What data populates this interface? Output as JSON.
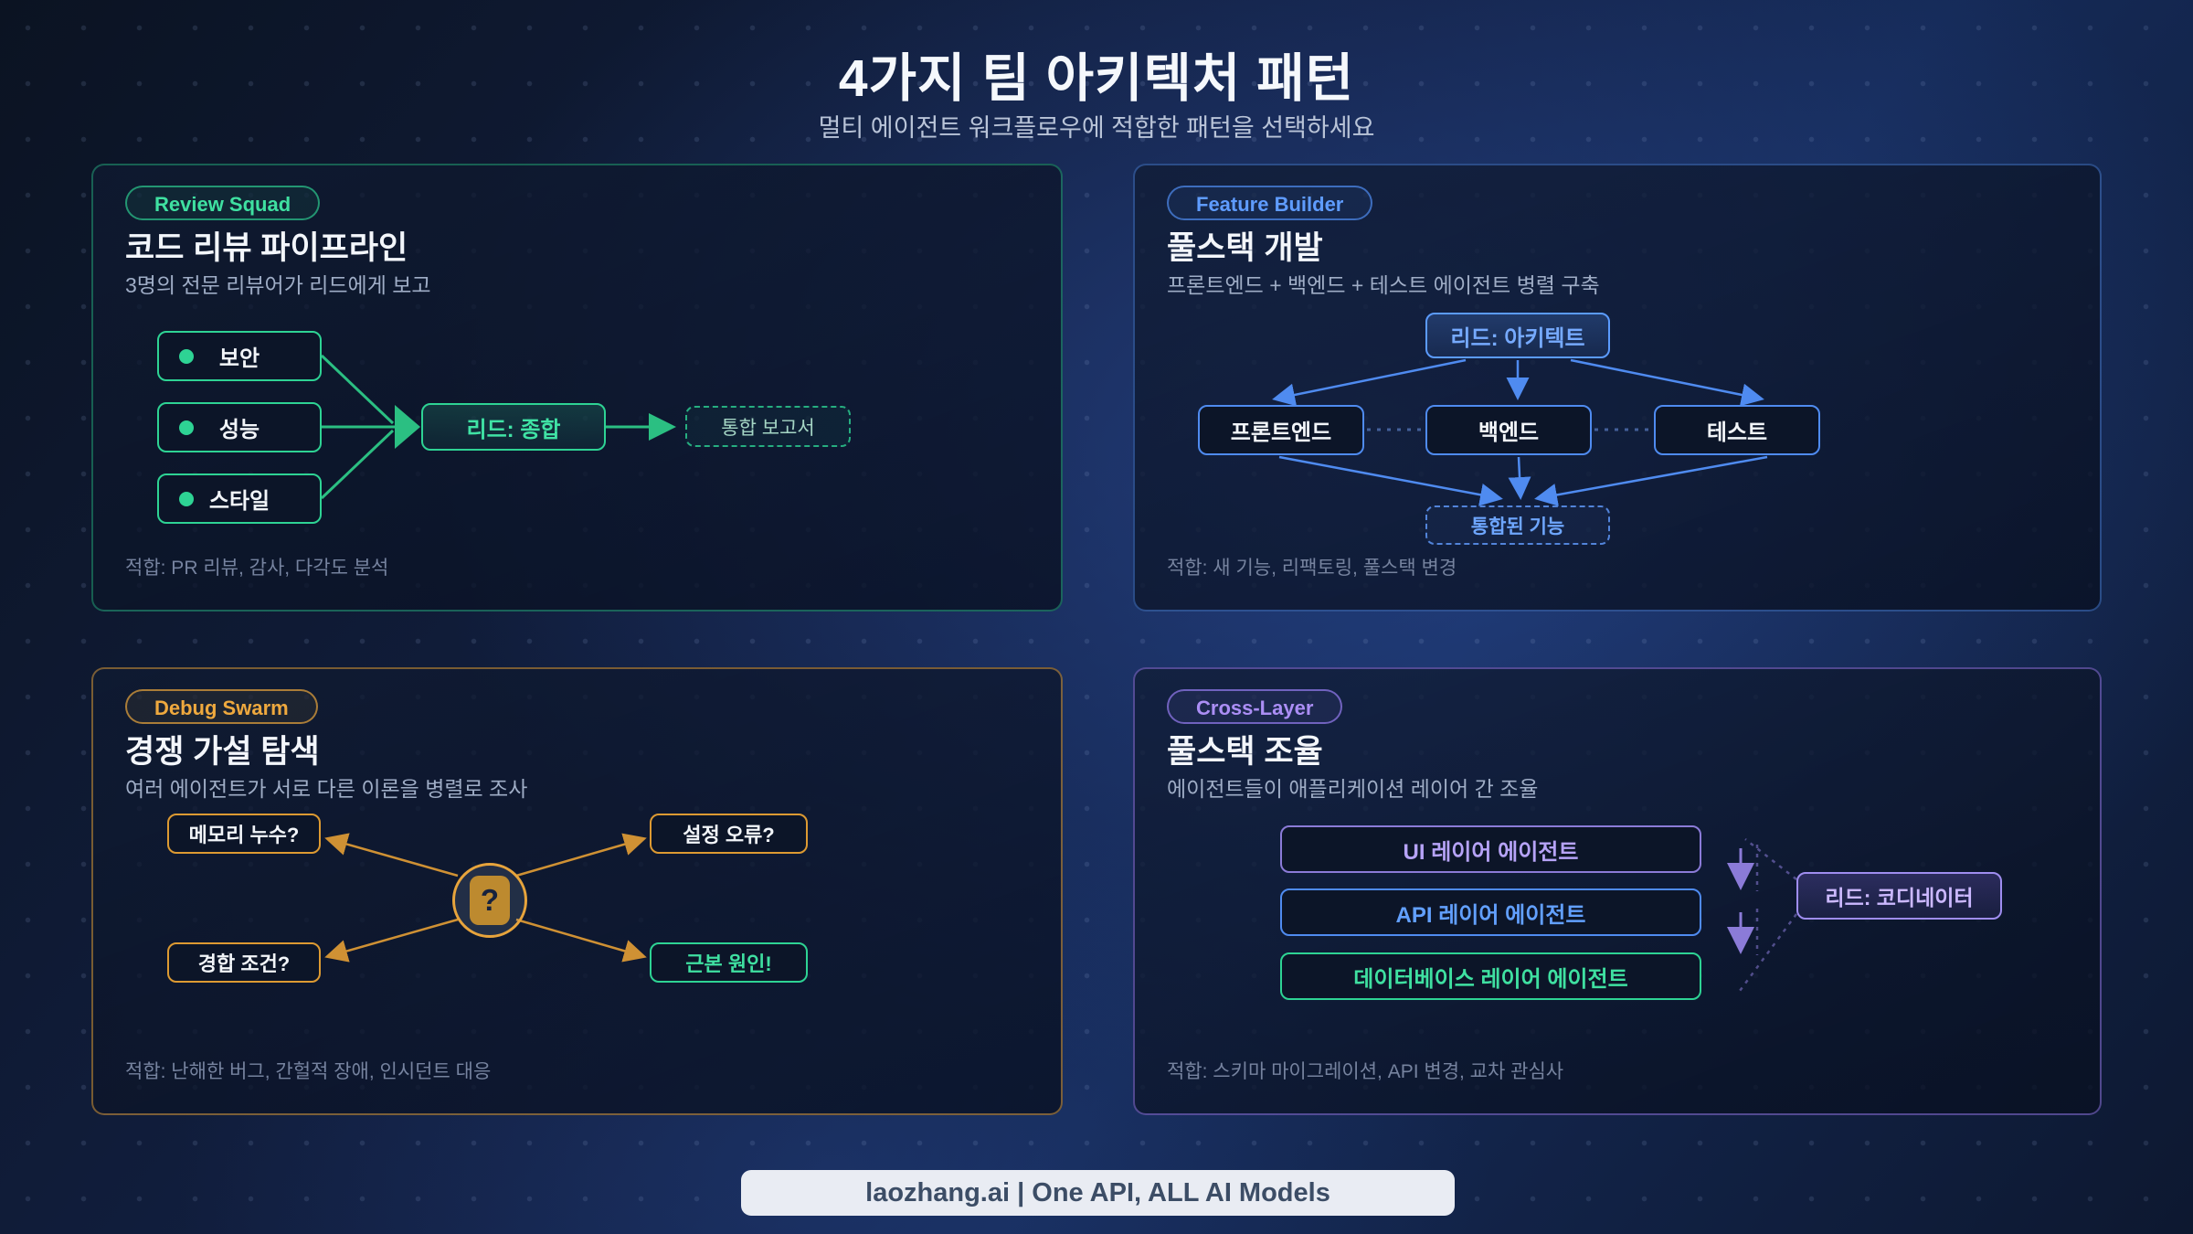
{
  "page": {
    "title": "4가지 팀 아키텍처 패턴",
    "subtitle": "멀티 에이전트 워크플로우에 적합한 패턴을 선택하세요",
    "footer_badge": "laozhang.ai | One API, ALL AI Models"
  },
  "colors": {
    "accent_green": "#2ed394",
    "accent_blue": "#4f8bf0",
    "accent_amber": "#e7a43c",
    "accent_purple": "#8b7bd8",
    "background": "#101f3f",
    "text_primary": "#f3f6fb",
    "text_muted": "#9fadc6"
  },
  "cards": {
    "review": {
      "badge": "Review Squad",
      "title": "코드 리뷰 파이프라인",
      "subtitle": "3명의 전문 리뷰어가 리드에게 보고",
      "nodes": {
        "reviewer1": "보안",
        "reviewer2": "성능",
        "reviewer3": "스타일",
        "lead": "리드: 종합",
        "output": "통합 보고서"
      },
      "fit": "적합: PR 리뷰, 감사, 다각도 분석"
    },
    "feature": {
      "badge": "Feature Builder",
      "title": "풀스택 개발",
      "subtitle": "프론트엔드 + 백엔드 + 테스트 에이전트 병렬 구축",
      "nodes": {
        "lead": "리드: 아키텍트",
        "agent1": "프론트엔드",
        "agent2": "백엔드",
        "agent3": "테스트",
        "output": "통합된 기능"
      },
      "fit": "적합: 새 기능, 리팩토링, 풀스택 변경"
    },
    "debug": {
      "badge": "Debug Swarm",
      "title": "경쟁 가설 탐색",
      "subtitle": "여러 에이전트가 서로 다른 이론을 병렬로 조사",
      "nodes": {
        "hypothesis1": "메모리 누수?",
        "hypothesis2": "설정 오류?",
        "hypothesis3": "경합 조건?",
        "result": "근본 원인!",
        "center": "?"
      },
      "fit": "적합: 난해한 버그, 간헐적 장애, 인시던트 대응"
    },
    "crosslayer": {
      "badge": "Cross-Layer",
      "title": "풀스택 조율",
      "subtitle": "에이전트들이 애플리케이션 레이어 간 조율",
      "nodes": {
        "layer_ui": "UI 레이어 에이전트",
        "layer_api": "API 레이어 에이전트",
        "layer_db": "데이터베이스 레이어 에이전트",
        "lead": "리드: 코디네이터"
      },
      "fit": "적합: 스키마 마이그레이션, API 변경, 교차 관심사"
    }
  }
}
